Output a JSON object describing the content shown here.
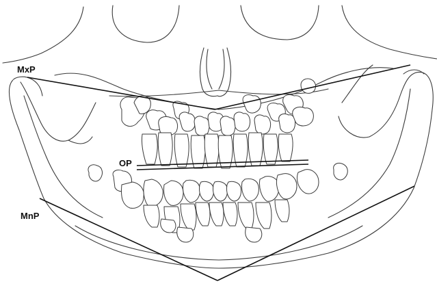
{
  "labels": {
    "mxp": "MxP",
    "op": "OP",
    "mnp": "MnP"
  },
  "colors": {
    "line": "#111111",
    "outline": "#3a3a3a",
    "background": "#ffffff"
  }
}
